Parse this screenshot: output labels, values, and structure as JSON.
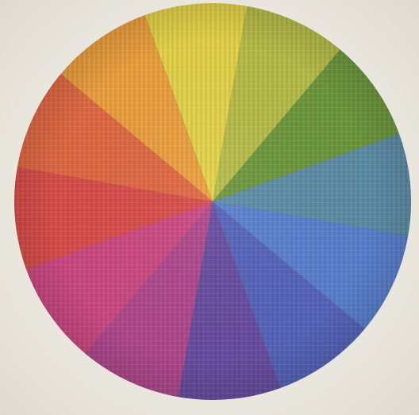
{
  "image": {
    "subject": "color wheel",
    "background_color": "#ece9e2"
  },
  "color_wheel": {
    "segments": [
      {
        "color_name": "orange",
        "color": "#efa23f"
      },
      {
        "color_name": "yellow",
        "color": "#e6d54a"
      },
      {
        "color_name": "yellow-green",
        "color": "#b9bf4a"
      },
      {
        "color_name": "green",
        "color": "#6f9a3e"
      },
      {
        "color_name": "blue-green",
        "color": "#5f8fa9"
      },
      {
        "color_name": "blue",
        "color": "#5b82d1"
      },
      {
        "color_name": "blue-violet",
        "color": "#5766bd"
      },
      {
        "color_name": "violet",
        "color": "#6a4fa3"
      },
      {
        "color_name": "red-violet",
        "color": "#b24a8f"
      },
      {
        "color_name": "magenta",
        "color": "#cf4a84"
      },
      {
        "color_name": "red",
        "color": "#dc4f4b"
      },
      {
        "color_name": "red-orange",
        "color": "#e46a45"
      }
    ]
  }
}
